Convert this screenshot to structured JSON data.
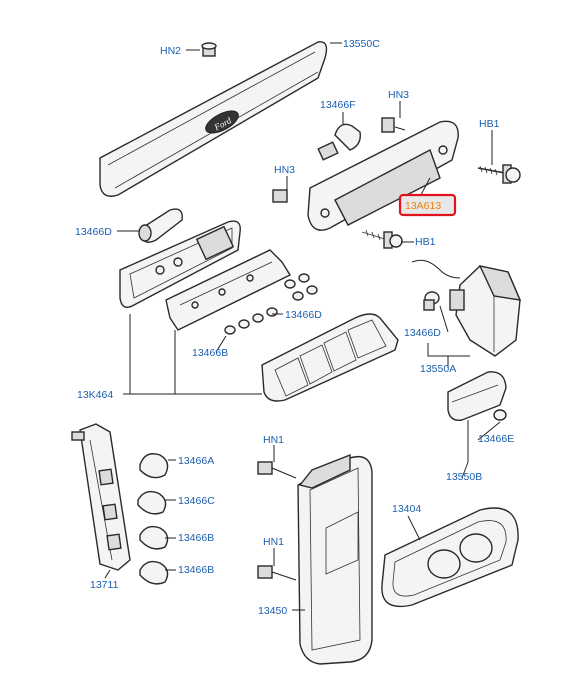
{
  "callouts": {
    "hn2": "HN2",
    "c13550C": "13550C",
    "c13466F": "13466F",
    "hn3_top": "HN3",
    "hb1_top": "HB1",
    "hn3_left": "HN3",
    "c13A613": "13A613",
    "hb1_mid": "HB1",
    "c13466D_left": "13466D",
    "c13466D_mid": "13466D",
    "c13466D_right": "13466D",
    "c13466B_upper": "13466B",
    "c13550A": "13550A",
    "c13K464": "13K464",
    "c13466E": "13466E",
    "c13550B": "13550B",
    "c13466A": "13466A",
    "c13466C": "13466C",
    "c13466B_lower1": "13466B",
    "c13466B_lower2": "13466B",
    "hn1_upper": "HN1",
    "hn1_lower": "HN1",
    "c13404": "13404",
    "c13711": "13711",
    "c13450": "13450"
  },
  "logo": "Ford",
  "colors": {
    "callout": "#1b5fb0",
    "highlight_border": "#e0121b",
    "highlight_text": "#e8830e"
  }
}
